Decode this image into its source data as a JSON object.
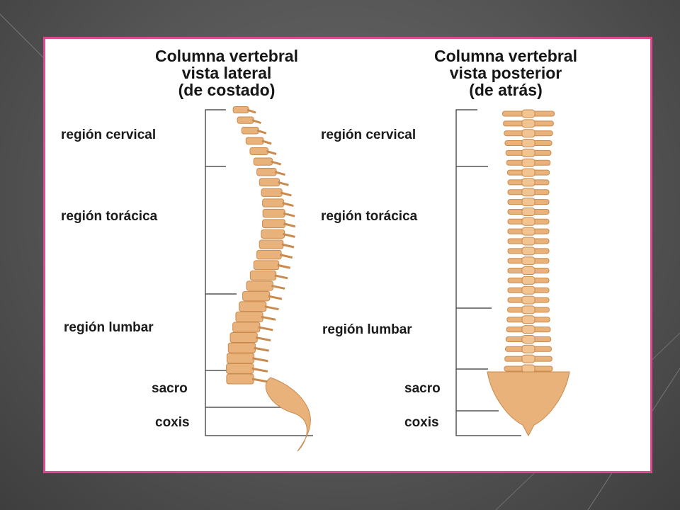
{
  "slide": {
    "accent_color": "#e0488f",
    "background_color": "#555555"
  },
  "lateral": {
    "title_line1": "Columna vertebral",
    "title_line2": "vista lateral",
    "title_line3": "(de costado)",
    "labels": {
      "cervical": "región cervical",
      "toracica": "región torácica",
      "lumbar": "región lumbar",
      "sacro": "sacro",
      "coxis": "coxis"
    }
  },
  "posterior": {
    "title_line1": "Columna vertebral",
    "title_line2": "vista posterior",
    "title_line3": "(de atrás)",
    "labels": {
      "cervical": "región cervical",
      "toracica": "región torácica",
      "lumbar": "región lumbar",
      "sacro": "sacro",
      "coxis": "coxis"
    }
  },
  "bone_color": "#e9b27a"
}
